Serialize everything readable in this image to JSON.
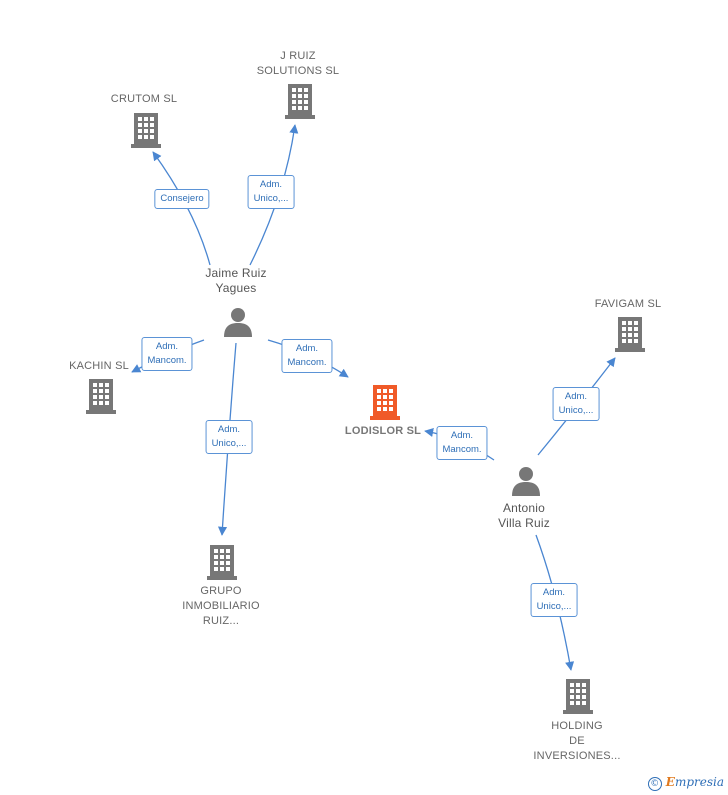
{
  "colors": {
    "edge": "#4a86d1",
    "company_icon": "#777777",
    "focus_company_icon": "#f05a28",
    "person_icon": "#777777"
  },
  "companies": {
    "crutom": {
      "name": "CRUTOM SL",
      "icon": "building-icon"
    },
    "jruiz": {
      "name_line1": "J RUIZ",
      "name_line2": "SOLUTIONS  SL",
      "icon": "building-icon"
    },
    "kachin": {
      "name": "KACHIN  SL",
      "icon": "building-icon"
    },
    "lodislor": {
      "name": "LODISLOR  SL",
      "icon": "building-icon",
      "focus": true
    },
    "favigam": {
      "name": "FAVIGAM  SL",
      "icon": "building-icon"
    },
    "grupo": {
      "name_line1": "GRUPO",
      "name_line2": "INMOBILIARIO",
      "name_line3": "RUIZ...",
      "icon": "building-icon"
    },
    "holding": {
      "name_line1": "HOLDING",
      "name_line2": "DE",
      "name_line3": "INVERSIONES...",
      "icon": "building-icon"
    }
  },
  "persons": {
    "jaime": {
      "name_line1": "Jaime Ruiz",
      "name_line2": "Yagues",
      "icon": "person-icon"
    },
    "antonio": {
      "name_line1": "Antonio",
      "name_line2": "Villa Ruiz",
      "icon": "person-icon"
    }
  },
  "edges": {
    "jaime_crutom": {
      "line1": "Consejero"
    },
    "jaime_jruiz": {
      "line1": "Adm.",
      "line2": "Unico,..."
    },
    "jaime_kachin": {
      "line1": "Adm.",
      "line2": "Mancom."
    },
    "jaime_lodislor": {
      "line1": "Adm.",
      "line2": "Mancom."
    },
    "jaime_grupo": {
      "line1": "Adm.",
      "line2": "Unico,..."
    },
    "antonio_lodislor": {
      "line1": "Adm.",
      "line2": "Mancom."
    },
    "antonio_favigam": {
      "line1": "Adm.",
      "line2": "Unico,..."
    },
    "antonio_holding": {
      "line1": "Adm.",
      "line2": "Unico,..."
    }
  },
  "footer": {
    "copyright_symbol": "©",
    "brand_first": "E",
    "brand_rest": "mpresia"
  }
}
